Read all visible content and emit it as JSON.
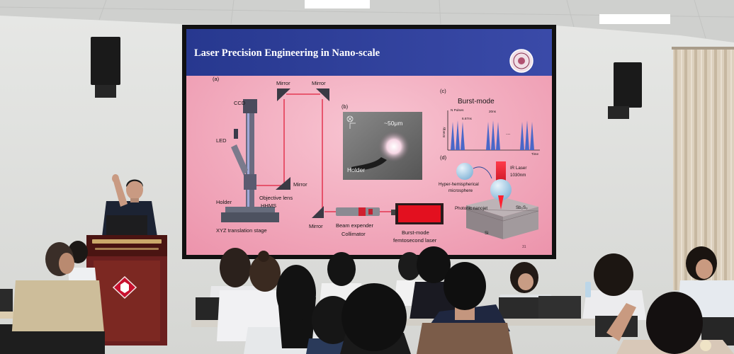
{
  "slide": {
    "title": "Laser Precision Engineering in Nano-scale",
    "page_number": "31",
    "panel_a": {
      "label": "(a)",
      "mirror_top_left": "Mirror",
      "mirror_top_right": "Mirror",
      "ccd": "CCD",
      "led": "LED",
      "holder": "Holder",
      "objective_lens": "Objective lens",
      "hhms": "HHMS",
      "stage": "XYZ translation stage",
      "mirror_middle": "Mirror",
      "mirror_bottom": "Mirror",
      "beam_expander": "Beam expender",
      "collimator": "Collimator",
      "laser_line1": "Burst-mode",
      "laser_line2": "femtosecond laser"
    },
    "panel_b": {
      "label": "(b)",
      "scale": "~50μm",
      "holder": "Holder"
    },
    "panel_c": {
      "label": "(c)",
      "title": "Burst-mode",
      "pulses": "N Pulses",
      "interval": "6.67ns",
      "spacing": "20ns",
      "ellipsis": "...",
      "ylabel": "Energy",
      "xlabel": "Time"
    },
    "panel_d": {
      "label": "(d)",
      "laser_line1": "IR Laser",
      "laser_line2": "1030nm",
      "sphere_line1": "Hyper-hemispherical",
      "sphere_line2": "microsphere",
      "nanojet": "Photonic nanojet",
      "material": "Sb₂S₃",
      "substrate": "Si"
    }
  },
  "colors": {
    "slide_title_bar": "#2e3d97",
    "slide_background": "#f2a2b6",
    "laser_beam": "#e0203c",
    "laser_source": "#e3101f",
    "podium": "#6b1f1f",
    "pulse_blue": "#4a67c8"
  }
}
